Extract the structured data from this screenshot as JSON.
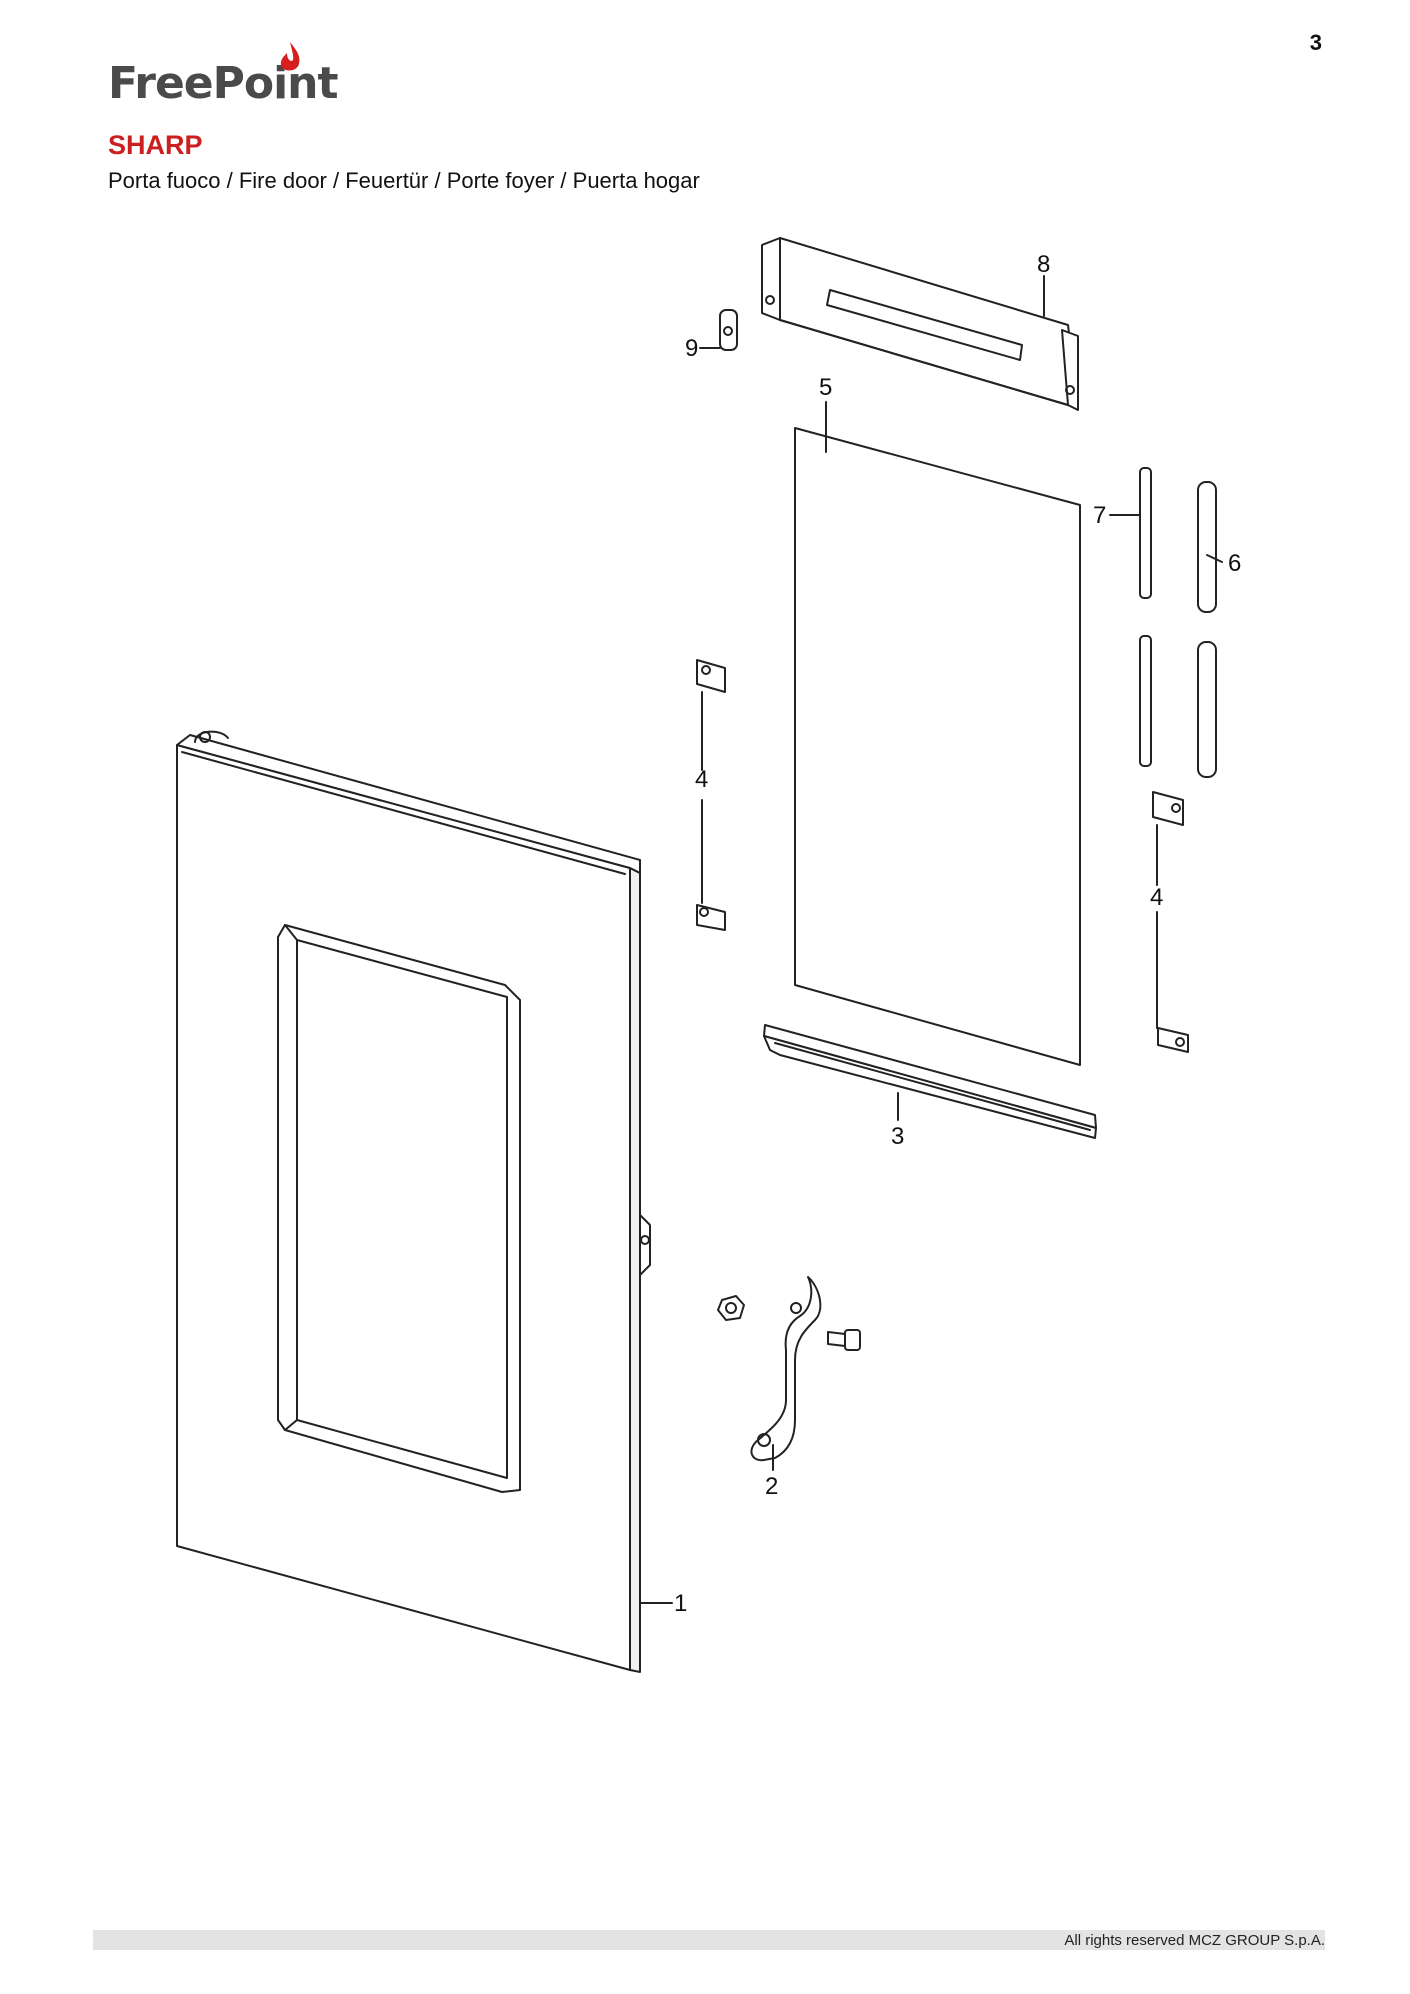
{
  "header": {
    "page_number": "3",
    "brand": "FreePoint",
    "brand_accent_color": "#d71f1f",
    "title": "SHARP",
    "subtitle": "Porta fuoco / Fire door / Feuertür / Porte foyer / Puerta hogar"
  },
  "callouts": {
    "p1": "1",
    "p2": "2",
    "p3": "3",
    "p4a": "4",
    "p4b": "4",
    "p5": "5",
    "p6": "6",
    "p7": "7",
    "p8": "8",
    "p9": "9"
  },
  "footer": {
    "copyright": "All rights reserved MCZ GROUP S.p.A."
  }
}
